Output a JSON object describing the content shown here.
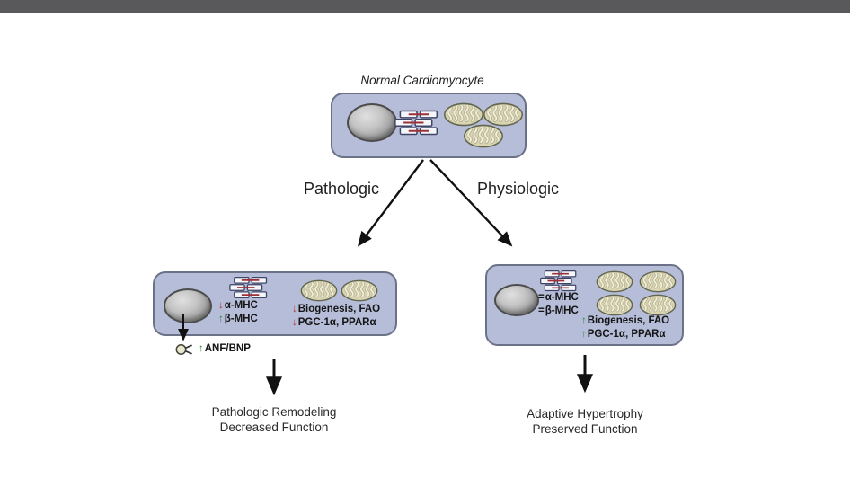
{
  "page": {
    "top_bar_color": "#59595b",
    "background": "#ffffff"
  },
  "colors": {
    "cell_fill": "#b6bdd8",
    "cell_border": "#6b7288",
    "decrease_arrow": "#bb3530",
    "increase_arrow": "#2f8b3e",
    "mitochondrion_fill": "#d9d5b3",
    "sarcomere_line": "#9e3038",
    "diagram_arrow": "#111111"
  },
  "diagram": {
    "title": "Normal Cardiomyocyte",
    "branch_left": "Pathologic",
    "branch_right": "Physiologic",
    "pathologic_cell": {
      "mhc": [
        {
          "glyph": "↓",
          "label": "α-MHC"
        },
        {
          "glyph": "↑",
          "label": "β-MHC"
        }
      ],
      "mito": [
        {
          "glyph": "↓",
          "label": "Biogenesis, FAO"
        },
        {
          "glyph": "↓",
          "label": "PGC-1α, PPARα"
        }
      ],
      "secretion": {
        "glyph": "↑",
        "label": "ANF/BNP"
      }
    },
    "physiologic_cell": {
      "mhc": [
        {
          "glyph": "=",
          "label": "α-MHC"
        },
        {
          "glyph": "=",
          "label": "β-MHC"
        }
      ],
      "mito": [
        {
          "glyph": "↑",
          "label": "Biogenesis, FAO"
        },
        {
          "glyph": "↑",
          "label": "PGC-1α, PPARα"
        }
      ]
    },
    "outcome_left_line1": "Pathologic Remodeling",
    "outcome_left_line2": "Decreased Function",
    "outcome_right_line1": "Adaptive Hypertrophy",
    "outcome_right_line2": "Preserved Function"
  }
}
